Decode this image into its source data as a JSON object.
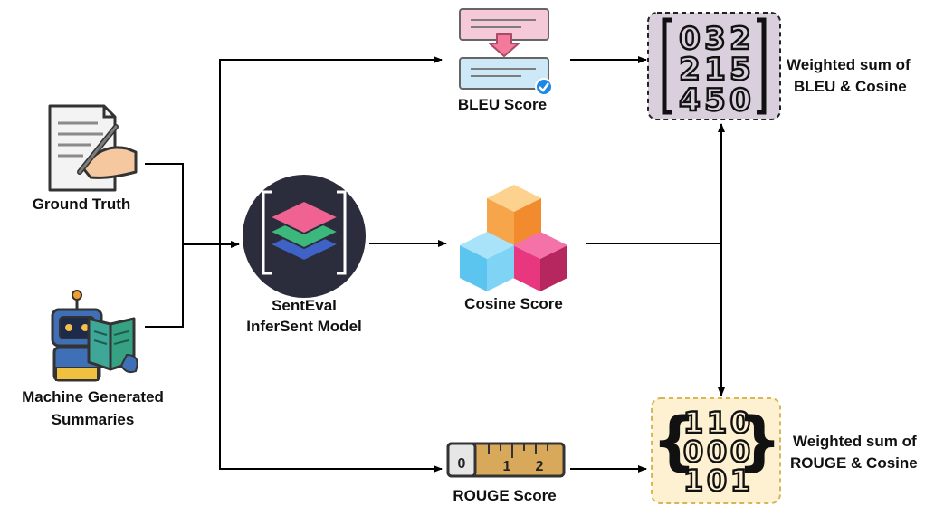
{
  "nodes": {
    "ground_truth": {
      "label": "Ground Truth"
    },
    "machine_summaries": {
      "label_line1": "Machine Generated",
      "label_line2": "Summaries"
    },
    "model": {
      "label_line1": "SentEval",
      "label_line2": "InferSent Model"
    },
    "bleu": {
      "label": "BLEU Score"
    },
    "cosine": {
      "label": "Cosine Score"
    },
    "rouge": {
      "label": "ROUGE Score",
      "ruler_ticks": [
        "0",
        "1",
        "2"
      ]
    },
    "weighted_bleu": {
      "label_line1": "Weighted sum of",
      "label_line2": "BLEU & Cosine",
      "matrix": [
        [
          "0",
          "3",
          "2"
        ],
        [
          "2",
          "1",
          "5"
        ],
        [
          "4",
          "5",
          "0"
        ]
      ]
    },
    "weighted_rouge": {
      "label_line1": "Weighted sum of",
      "label_line2": "ROUGE & Cosine",
      "matrix": [
        [
          "1",
          "1",
          "0"
        ],
        [
          "0",
          "0",
          "0"
        ],
        [
          "1",
          "0",
          "1"
        ]
      ]
    }
  },
  "colors": {
    "arrow": "#000000",
    "model_circle": "#2b2d3c",
    "bleu_box_fill": "#d9cfdd",
    "rouge_box_fill": "#fdf1d2",
    "rouge_box_border": "#d6b656",
    "ruler": "#d8a95b",
    "cube_orange": "#f7a54a",
    "cube_blue": "#5bc5ef",
    "cube_pink": "#e8367f"
  },
  "icons": [
    "document-pen-icon",
    "robot-reading-icon",
    "layers-icon",
    "document-compare-icon",
    "cubes-icon",
    "ruler-icon"
  ]
}
